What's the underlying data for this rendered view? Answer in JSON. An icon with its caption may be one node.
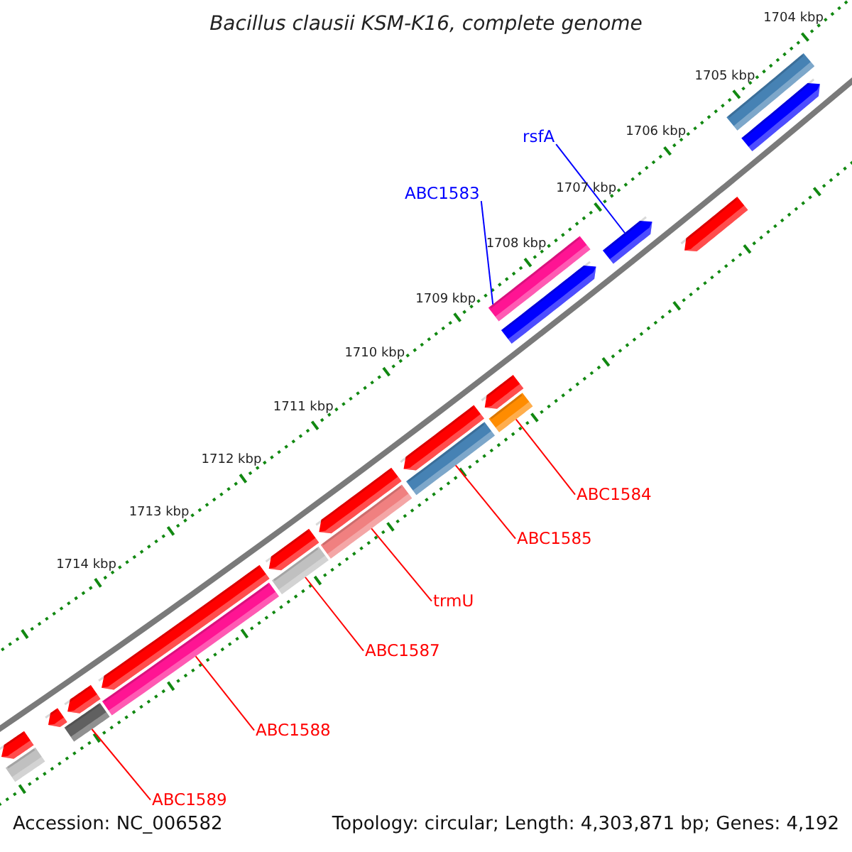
{
  "diagram": {
    "title": "Bacillus clausii KSM-K16, complete genome",
    "nodes": [
      {
        "text": [
          "rsfA"
        ]
      },
      {
        "text": [
          "ABC1583"
        ]
      },
      {
        "text": [],
        "shape": "bar"
      },
      {
        "text": [],
        "shape": "pentagon"
      },
      {
        "text": [],
        "shape": "pentagon"
      },
      {
        "text": [],
        "shape": "pentagon"
      },
      {
        "text": [],
        "shape": "bar"
      },
      {
        "text": [],
        "shape": "pentagon"
      },
      {
        "text": [],
        "shape": "pentagon"
      },
      {
        "text": [],
        "shape": "bar"
      },
      {
        "text": [],
        "shape": "pentagon"
      },
      {
        "text": [],
        "shape": "bar"
      },
      {
        "text": [],
        "shape": "pentagon"
      },
      {
        "text": [],
        "shape": "bar"
      },
      {
        "text": [],
        "shape": "pentagon"
      },
      {
        "text": [],
        "shape": "bar"
      },
      {
        "text": [],
        "shape": "pentagon"
      },
      {
        "text": [],
        "shape": "bar"
      },
      {
        "text": [],
        "shape": "pentagon"
      },
      {
        "text": [],
        "shape": "bar"
      },
      {
        "text": [],
        "shape": "pentagon"
      },
      {
        "text": [],
        "shape": "pentagon"
      },
      {
        "text": [],
        "shape": "bar"
      },
      {
        "text": [
          "ABC1584"
        ]
      },
      {
        "text": [
          "ABC1585"
        ]
      },
      {
        "text": [
          "trmU"
        ]
      },
      {
        "text": [
          "ABC1587"
        ]
      },
      {
        "text": [
          "ABC1588"
        ]
      },
      {
        "text": [
          "ABC1589"
        ]
      }
    ],
    "edges": [
      {
        "from": 0,
        "to": 5,
        "arrow": "none",
        "color": "#0000ff"
      },
      {
        "from": 1,
        "to": 6,
        "arrow": "none",
        "color": "#0000ff"
      },
      {
        "from": 23,
        "to": 9,
        "arrow": "none"
      },
      {
        "from": 24,
        "to": 11,
        "arrow": "none"
      },
      {
        "from": 25,
        "to": 13,
        "arrow": "none"
      },
      {
        "from": 26,
        "to": 15,
        "arrow": "none"
      },
      {
        "from": 27,
        "to": 17,
        "arrow": "none"
      },
      {
        "from": 28,
        "to": 19,
        "arrow": "none"
      }
    ],
    "labels": [
      "1704 kbp",
      "1705 kbp",
      "1706 kbp",
      "1707 kbp",
      "1708 kbp",
      "1709 kbp",
      "1710 kbp",
      "1711 kbp",
      "1712 kbp",
      "1713 kbp",
      "1714 kbp",
      "Accession: NC_006582",
      "Topology: circular; Length: 4,303,871 bp; Genes: 4,192"
    ]
  }
}
